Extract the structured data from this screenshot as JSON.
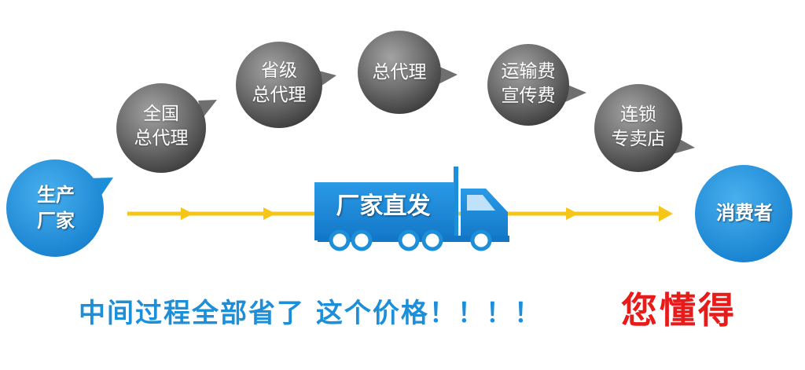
{
  "producer": {
    "label_line1": "生产",
    "label_line2": "厂家"
  },
  "consumer": {
    "label": "消费者"
  },
  "truck": {
    "label": "厂家直发"
  },
  "intermediaries": [
    {
      "line1": "全国",
      "line2": "总代理"
    },
    {
      "line1": "省级",
      "line2": "总代理"
    },
    {
      "line1": "总代理",
      "line2": ""
    },
    {
      "line1": "运输费",
      "line2": "宣传费"
    },
    {
      "line1": "连锁",
      "line2": "专卖店"
    }
  ],
  "slogan": {
    "main": "中间过程全部省了 这个价格！！！！",
    "emphasis": "您懂得"
  },
  "colors": {
    "blue": "#1c8fd8",
    "arrow": "#f5c518",
    "gray": "#6b6b6b",
    "red": "#e81b1b"
  }
}
